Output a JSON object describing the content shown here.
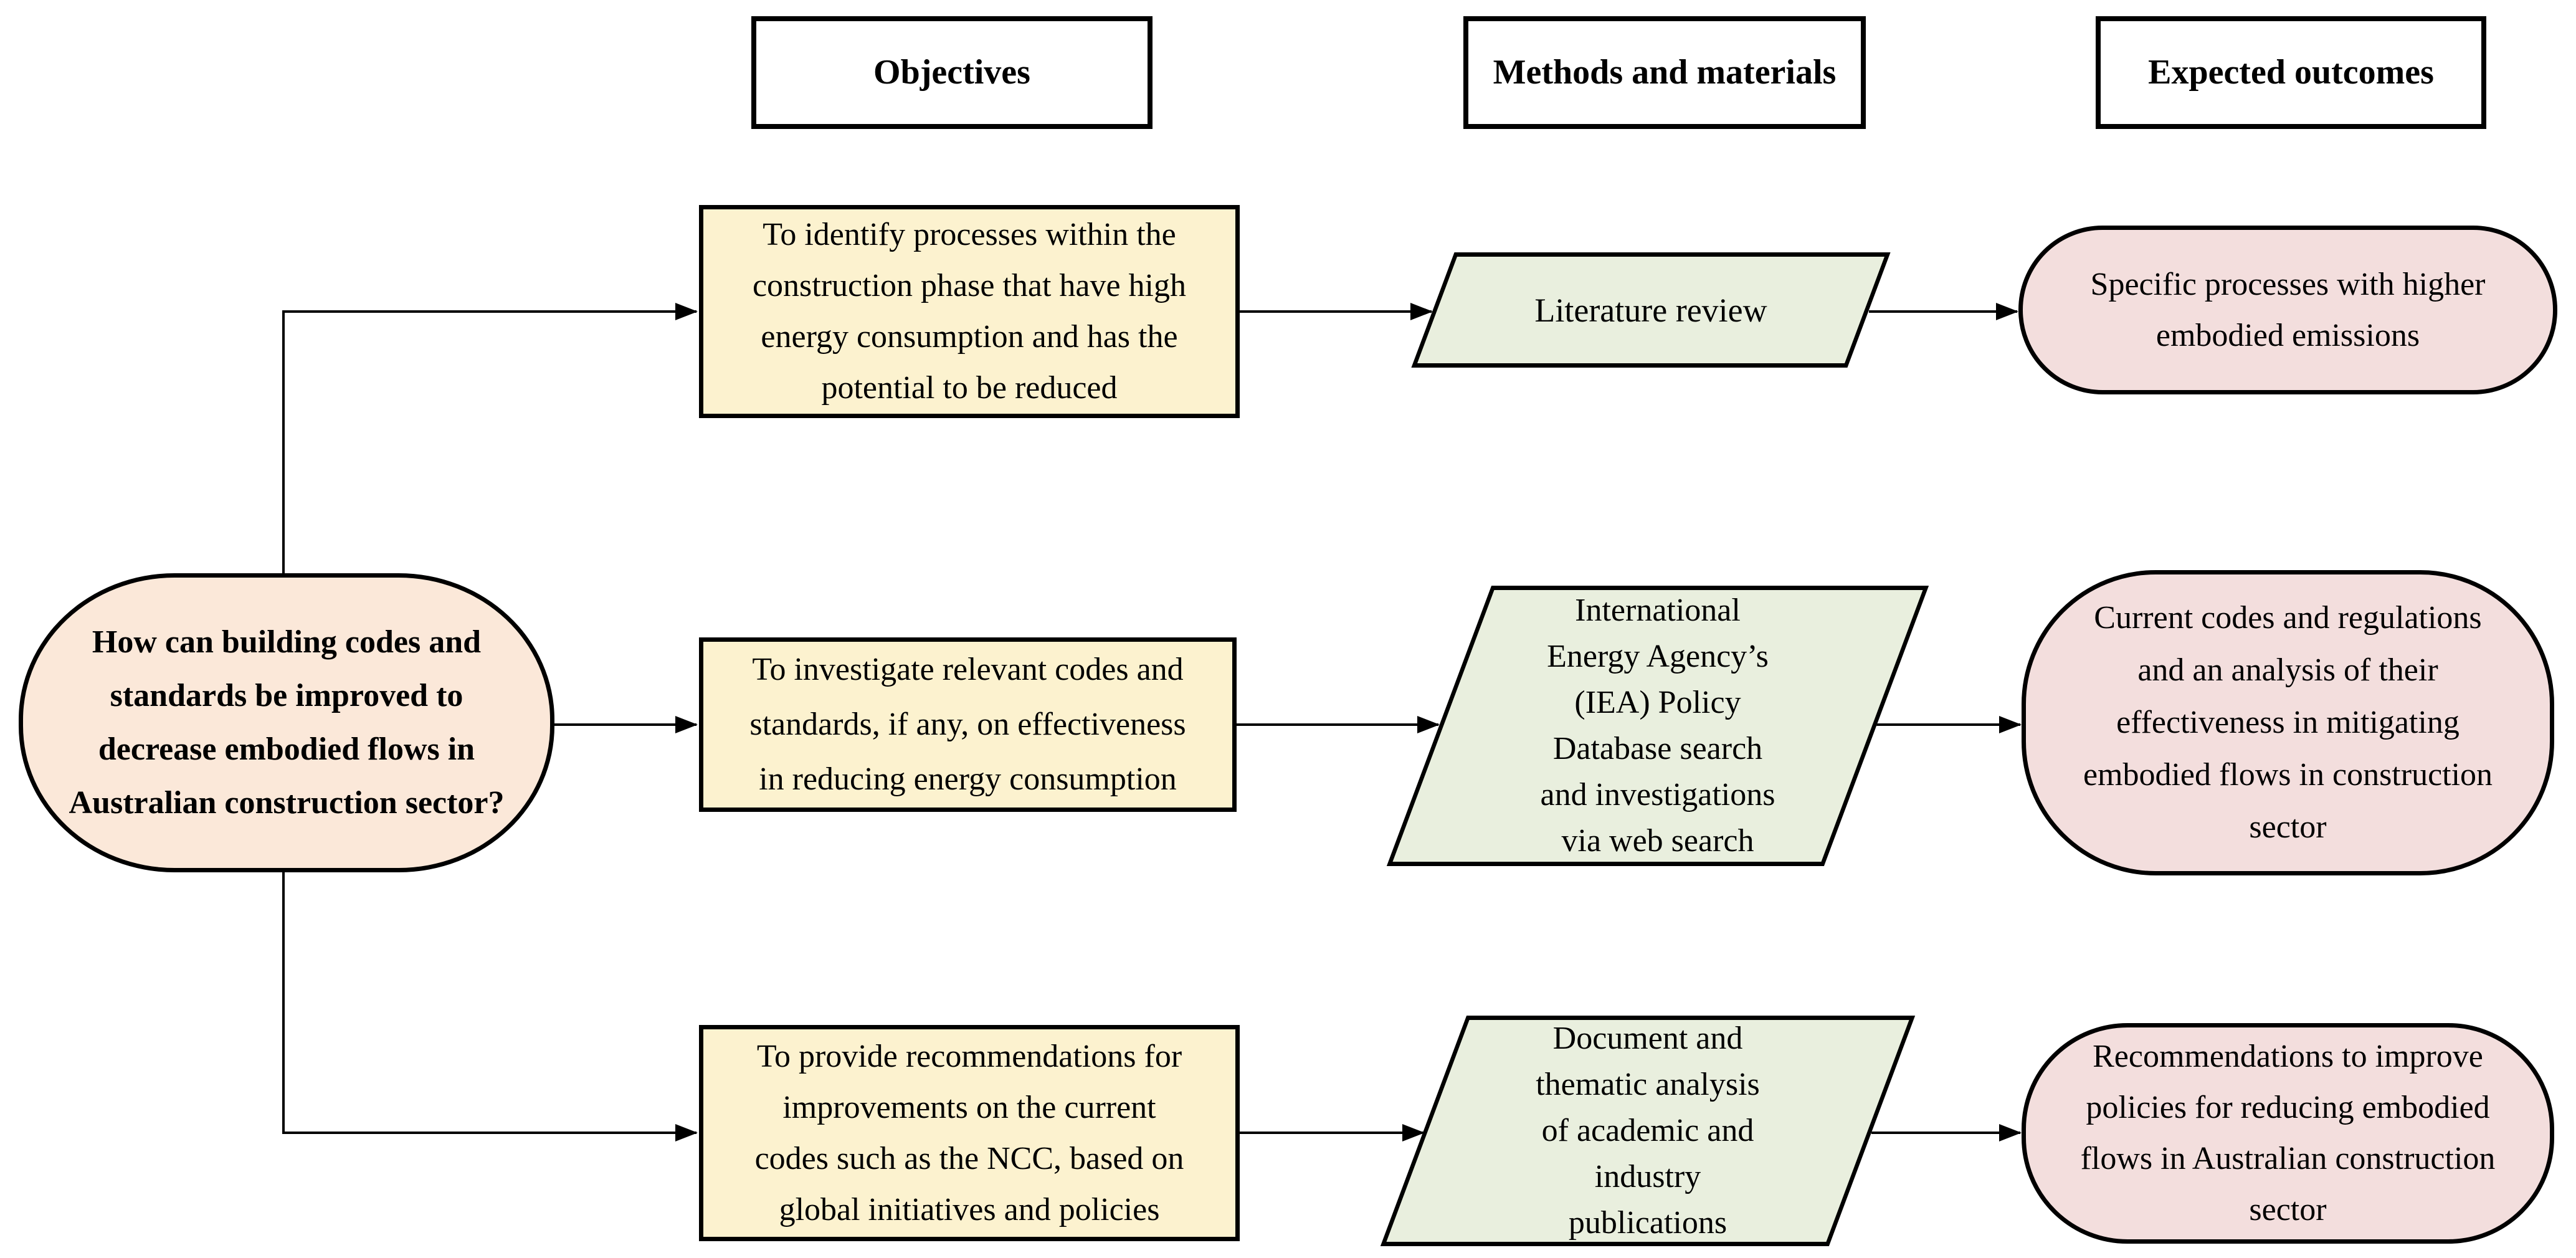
{
  "diagram": {
    "headers": [
      {
        "id": "objectives",
        "label": "Objectives"
      },
      {
        "id": "methods",
        "label": "Methods and materials"
      },
      {
        "id": "outcomes",
        "label": "Expected outcomes"
      }
    ],
    "research_question": "How can building codes and\nstandards be improved to\ndecrease embodied flows in\nAustralian construction sector?",
    "rows": [
      {
        "objective": "To identify processes within the\nconstruction phase that have high\nenergy consumption and has the\npotential to be reduced",
        "method": "Literature review",
        "outcome": "Specific processes with higher\nembodied emissions"
      },
      {
        "objective": "To investigate relevant codes and\nstandards, if any, on effectiveness\nin reducing energy consumption",
        "method": "International\nEnergy Agency’s\n(IEA) Policy\nDatabase search\nand investigations\nvia web search",
        "outcome": "Current codes and regulations\nand an analysis of their\neffectiveness in mitigating\nembodied flows in construction\nsector"
      },
      {
        "objective": "To provide recommendations for\nimprovements on the current\ncodes such as the NCC, based on\nglobal initiatives and policies",
        "method": "Document and\nthematic analysis\nof academic and\nindustry\npublications",
        "outcome": "Recommendations to improve\npolicies for reducing embodied\nflows in Australian construction\nsector"
      }
    ],
    "colors": {
      "header_fill": "#ffffff",
      "question_fill": "#fbe8d9",
      "objective_fill": "#fcf2cf",
      "method_fill": "#e9efde",
      "outcome_fill": "#f3dedd",
      "line": "#000000"
    }
  }
}
